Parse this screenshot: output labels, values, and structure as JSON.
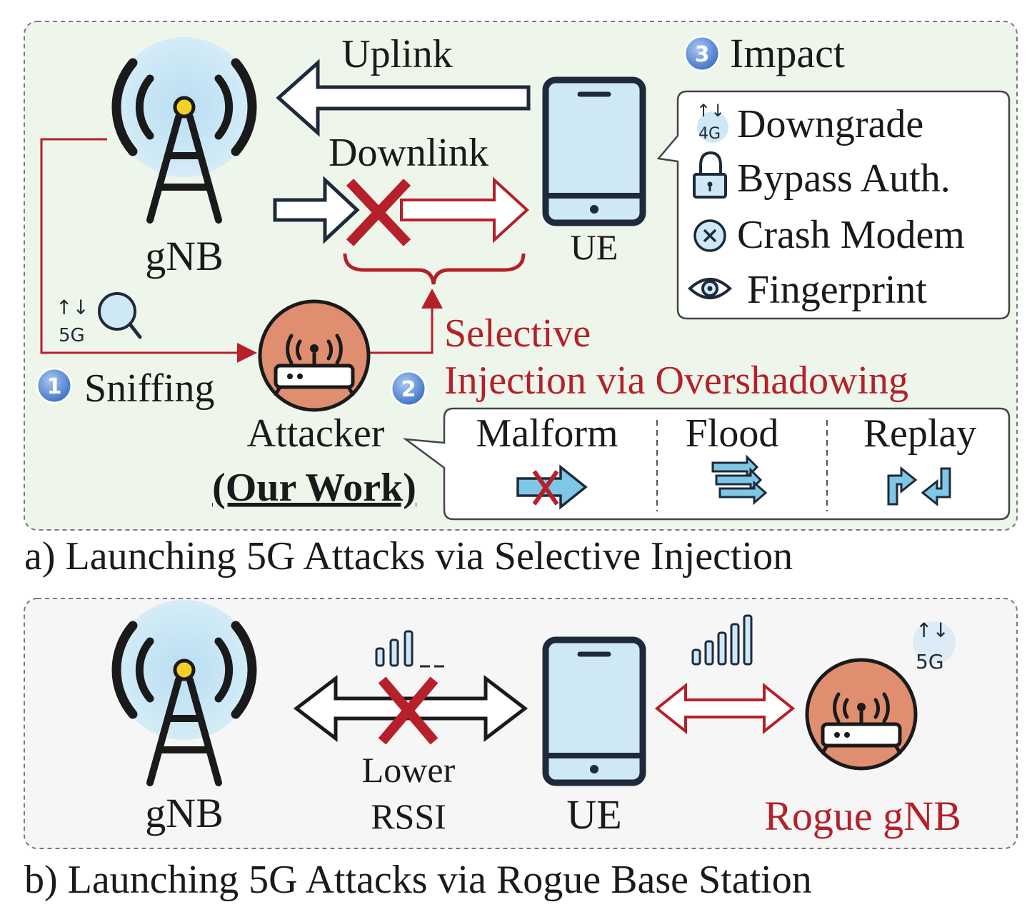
{
  "panel_a": {
    "caption": "a) Launching 5G Attacks via Selective Injection",
    "gnb_label": "gNB",
    "ue_label": "UE",
    "uplink_label": "Uplink",
    "downlink_label": "Downlink",
    "attacker_label": "Attacker",
    "our_work_label": "(Our Work)",
    "steps": [
      {
        "number": "1",
        "label": "Sniffing"
      },
      {
        "number": "2",
        "label": "Selective",
        "label2": "Injection via Overshadowing"
      },
      {
        "number": "3",
        "label": "Impact"
      }
    ],
    "sniff_badge": {
      "arrows": "↑↓",
      "text": "5G"
    },
    "impacts": [
      {
        "icon": "4g-downgrade-icon",
        "glyph": "4G",
        "label": "Downgrade"
      },
      {
        "icon": "lock-icon",
        "label": "Bypass Auth."
      },
      {
        "icon": "crash-icon",
        "label": "Crash Modem"
      },
      {
        "icon": "eye-icon",
        "label": "Fingerprint"
      }
    ],
    "methods": [
      {
        "icon": "crossed-arrow-icon",
        "label": "Malform"
      },
      {
        "icon": "stacked-arrows-icon",
        "label": "Flood"
      },
      {
        "icon": "replay-icon",
        "label": "Replay"
      }
    ]
  },
  "panel_b": {
    "caption": "b) Launching 5G Attacks via Rogue Base Station",
    "gnb_label": "gNB",
    "ue_label": "UE",
    "rogue_label": "Rogue gNB",
    "lower_label": "Lower",
    "rssi_label": "RSSI",
    "badge": {
      "arrows": "↑↓",
      "text": "5G"
    }
  },
  "colors": {
    "panel_a_bg": "#eef5ea",
    "panel_b_bg": "#f6f6f6",
    "accent_red": "#b5202a",
    "dark_navy": "#1e2a3a",
    "light_blue": "#cfe8f5",
    "step_badge": "#4a7fd0",
    "attacker_fill": "#df8f6f"
  }
}
